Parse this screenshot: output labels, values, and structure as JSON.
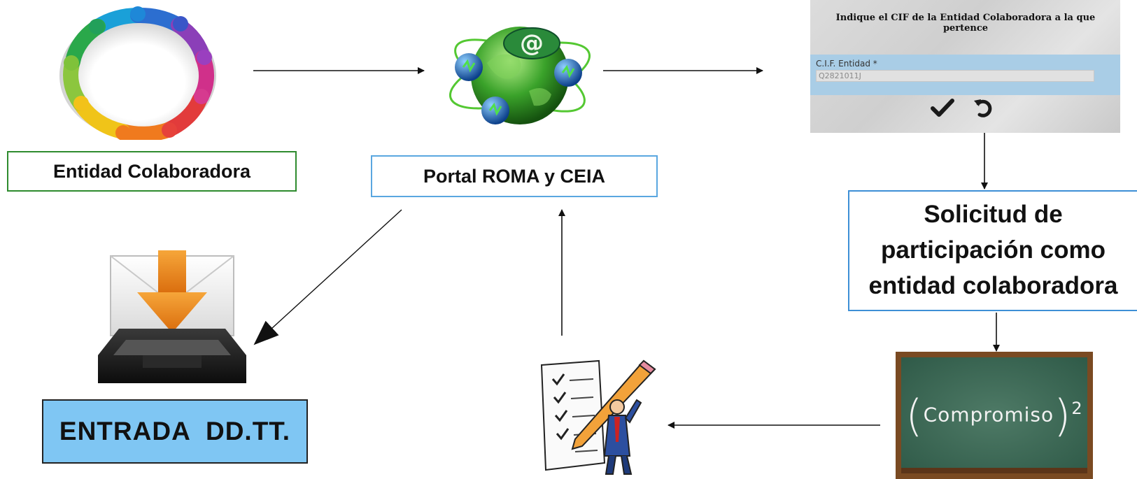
{
  "nodes": {
    "entidad": "Entidad Colaboradora",
    "portal": "Portal ROMA y CEIA",
    "solicitud_line1": "Solicitud de",
    "solicitud_line2": "participación como",
    "solicitud_line3": "entidad colaboradora",
    "entrada": "ENTRADA  DD.TT."
  },
  "form": {
    "title": "Indique el CIF de la Entidad Colaboradora a la que pertence",
    "field_label": "C.I.F. Entidad *",
    "field_value": "Q2821011J",
    "confirm_icon": "check-icon",
    "undo_icon": "undo-icon"
  },
  "chalkboard": {
    "word": "Compromiso",
    "exponent": "2"
  },
  "icons": {
    "people": "people-circle-icon",
    "globe": "globe-email-icon",
    "inbox": "inbox-download-icon",
    "checklist": "checklist-pencil-icon"
  },
  "colors": {
    "entidad_border": "#2e8b2e",
    "portal_border": "#5aa7e0",
    "solicitud_border": "#3d8fd6",
    "entrada_fill": "#7fc6f3",
    "chalkboard": "#3a6655"
  }
}
